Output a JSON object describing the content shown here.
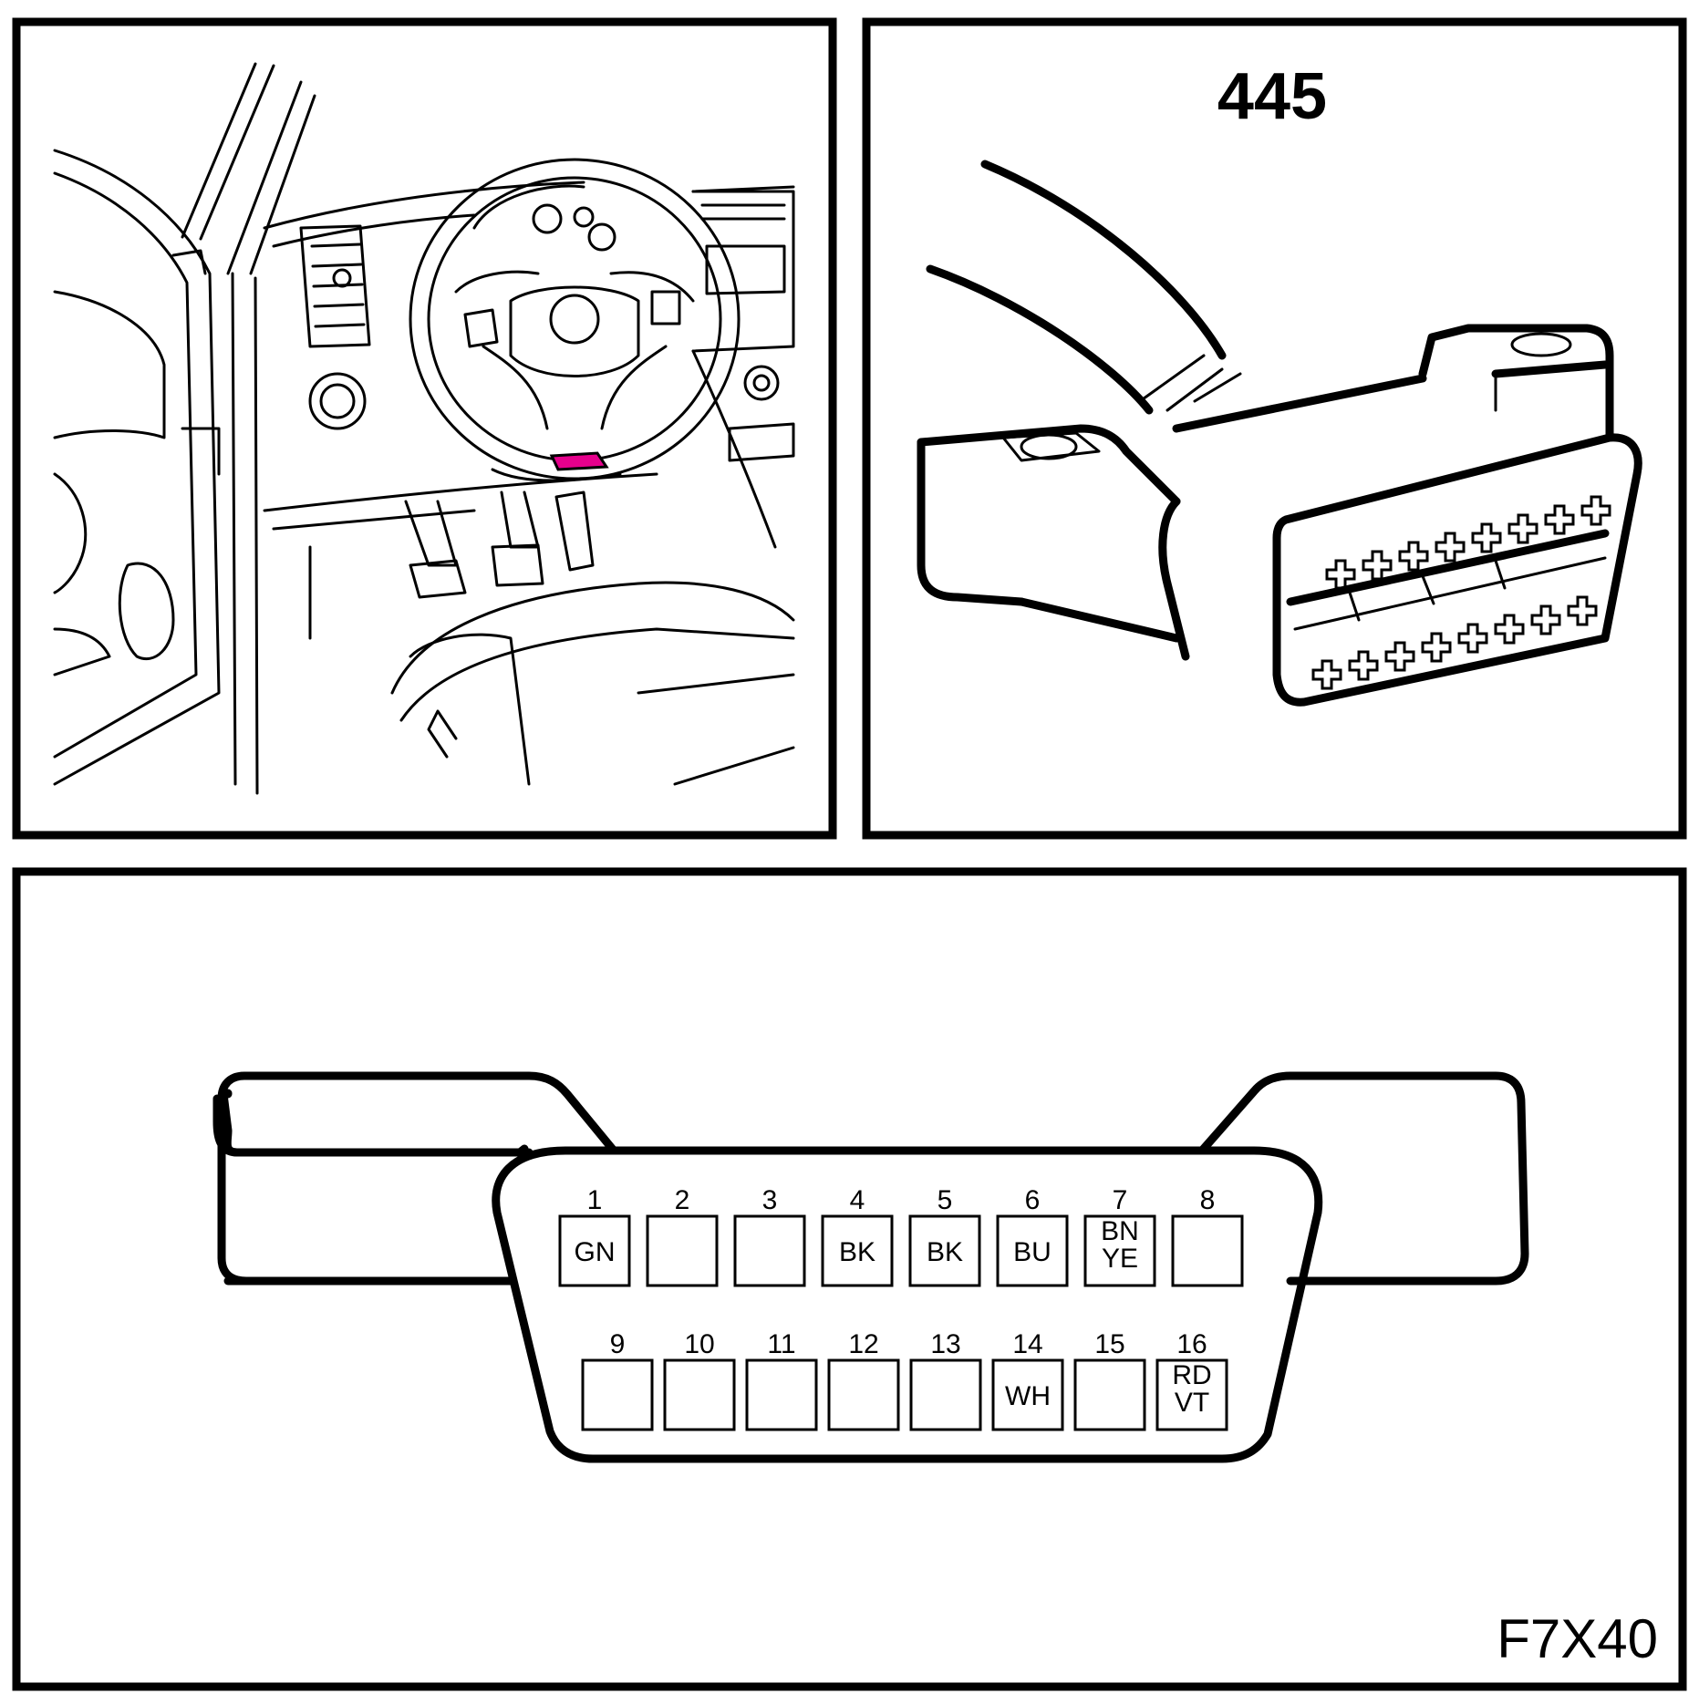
{
  "connector_number": "445",
  "figure_code": "F7X40",
  "highlight_color": "#e6008c",
  "pins_top": [
    {
      "num": "1",
      "code": [
        "GN"
      ]
    },
    {
      "num": "2",
      "code": []
    },
    {
      "num": "3",
      "code": []
    },
    {
      "num": "4",
      "code": [
        "BK"
      ]
    },
    {
      "num": "5",
      "code": [
        "BK"
      ]
    },
    {
      "num": "6",
      "code": [
        "BU"
      ]
    },
    {
      "num": "7",
      "code": [
        "BN",
        "YE"
      ]
    },
    {
      "num": "8",
      "code": []
    }
  ],
  "pins_bottom": [
    {
      "num": "9",
      "code": []
    },
    {
      "num": "10",
      "code": []
    },
    {
      "num": "11",
      "code": []
    },
    {
      "num": "12",
      "code": []
    },
    {
      "num": "13",
      "code": []
    },
    {
      "num": "14",
      "code": [
        "WH"
      ]
    },
    {
      "num": "15",
      "code": []
    },
    {
      "num": "16",
      "code": [
        "RD",
        "VT"
      ]
    }
  ]
}
